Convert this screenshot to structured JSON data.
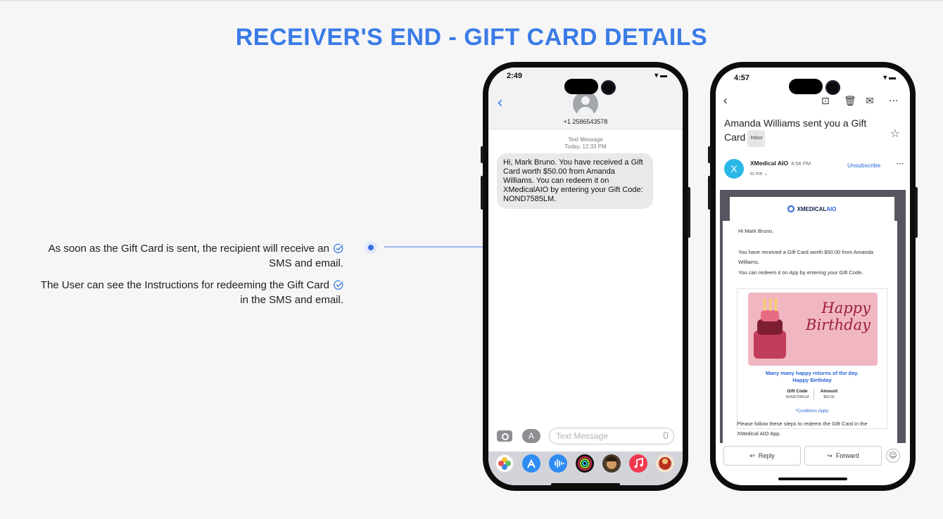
{
  "page": {
    "title": "RECEIVER'S END - GIFT CARD DETAILS",
    "accent": "#3a7be6"
  },
  "features": [
    {
      "text_line1": "As soon as the Gift Card is sent, the recipient will receive an",
      "text_line2": "SMS and email."
    },
    {
      "text_line1": "The User can see the Instructions for redeeming the Gift Card",
      "text_line2": "in the SMS and email."
    }
  ],
  "sms_phone": {
    "time": "2:49",
    "contact_number": "+1 2586543578",
    "meta_label": "Text Message",
    "meta_time": "Today, 12:33 PM",
    "message": "Hi, Mark Bruno. You have received a Gift Card worth $50.00 from Amanda Williams. You can redeem it on XMedicalAIO by entering your Gift Code: NOND7585LM.",
    "input_placeholder": "Text Message",
    "dock_icons": [
      "photos-icon",
      "app-store-icon",
      "audio-message-icon",
      "activity-icon",
      "memoji-icon",
      "music-icon",
      "game-icon"
    ]
  },
  "mail_phone": {
    "time": "4:57",
    "subject": "Amanda Williams sent you a Gift Card",
    "inbox_label": "Inbox",
    "sender_initial": "X",
    "sender_name": "XMedical AIO",
    "sender_time": "4:56 PM",
    "to_me": "to me",
    "unsubscribe": "Unsubscribe",
    "brand_prefix": "XMEDICAL",
    "brand_suffix": "AIO",
    "greeting": "Hi Mark Bruno,",
    "body_line1": "You have received a Gift Card worth $50.00 from Amanda Williams.",
    "body_line2": "You can redeem it on App by entering your Gift Code.",
    "card_happy": "Happy",
    "card_birthday": "Birthday",
    "tagline1": "Many many happy returns of the day.",
    "tagline2": "Happy Birthday",
    "gift_code_label": "Gift Code",
    "gift_code_value": "NOND7585LM",
    "amount_label": "Amount",
    "amount_value": "$50.00",
    "conditions": "*Conditions Apply",
    "steps_text": "Please follow these steps to redeem the Gift Card in the XMedical AIO App.",
    "reply": "Reply",
    "forward": "Forward"
  }
}
